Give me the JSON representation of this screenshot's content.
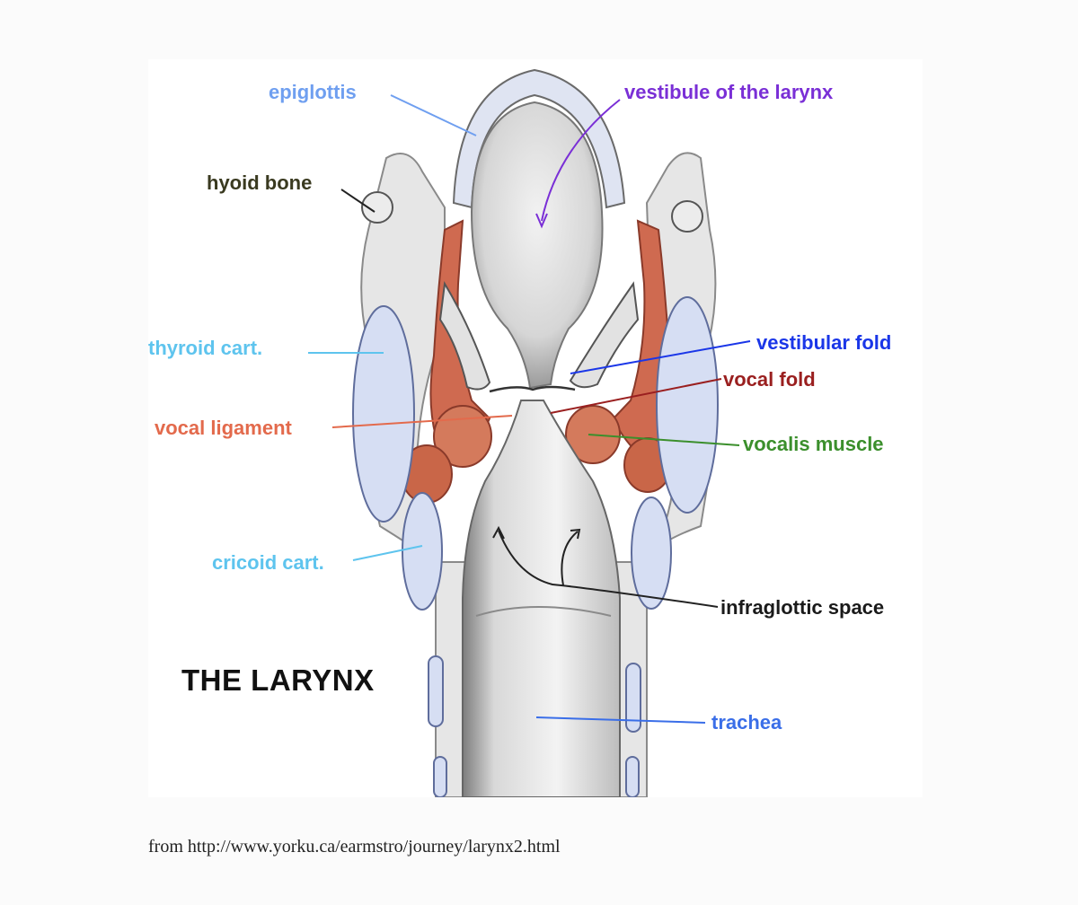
{
  "title": "THE LARYNX",
  "labels": {
    "epiglottis": {
      "text": "epiglottis",
      "color": "#6f9ff0"
    },
    "vestibule": {
      "text": "vestibule of the larynx",
      "color": "#7a2fd6"
    },
    "hyoid": {
      "text": "hyoid bone",
      "color": "#3a3a20"
    },
    "thyroid": {
      "text": "thyroid cart.",
      "color": "#5ec4ee"
    },
    "vestibular_fold": {
      "text": "vestibular fold",
      "color": "#1a36e8"
    },
    "vocal_fold": {
      "text": "vocal fold",
      "color": "#9a1f1f"
    },
    "vocal_ligament": {
      "text": "vocal ligament",
      "color": "#e36a4c"
    },
    "vocalis": {
      "text": "vocalis muscle",
      "color": "#3b8f2c"
    },
    "cricoid": {
      "text": "cricoid cart.",
      "color": "#5ec4ee"
    },
    "infraglottic": {
      "text": "infraglottic space",
      "color": "#1a1a1a"
    },
    "trachea": {
      "text": "trachea",
      "color": "#3a6ee8"
    }
  },
  "caption": "from http://www.yorku.ca/earmstro/journey/larynx2.html"
}
